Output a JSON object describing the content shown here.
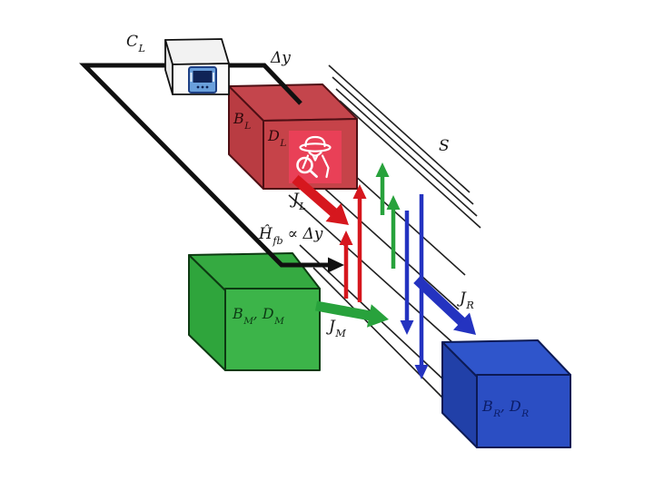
{
  "figure": {
    "background": "#ffffff",
    "labels": {
      "cl": [
        {
          "t": "C"
        },
        {
          "s": "L"
        }
      ],
      "dy": [
        {
          "t": "Δy"
        }
      ],
      "bl": [
        {
          "t": "B"
        },
        {
          "s": "L"
        }
      ],
      "dl": [
        {
          "t": "D"
        },
        {
          "s": "L"
        }
      ],
      "jl": [
        {
          "t": "J"
        },
        {
          "s": "L"
        }
      ],
      "s": [
        {
          "t": "S"
        }
      ],
      "hfb": [
        {
          "t": "Ĥ"
        },
        {
          "s": "fb"
        },
        {
          "t": " ∝ Δy"
        }
      ],
      "bmdm": [
        {
          "t": "B"
        },
        {
          "s": "M"
        },
        {
          "t": ", D"
        },
        {
          "s": "M"
        }
      ],
      "jm": [
        {
          "t": "J"
        },
        {
          "s": "M"
        }
      ],
      "jr": [
        {
          "t": "J"
        },
        {
          "s": "R"
        }
      ],
      "brdr": [
        {
          "t": "B"
        },
        {
          "s": "R"
        },
        {
          "t": ", D"
        },
        {
          "s": "R"
        }
      ]
    },
    "icons": {
      "detector": "measurement-device-icon",
      "spy": "spy-eavesdropper-icon"
    },
    "colors": {
      "red_front": "#c64349",
      "red_side": "#b93c42",
      "red_top": "#c4454c",
      "red_stroke": "#4e0f14",
      "spy_bg": "#e94057",
      "spy_glyph": "#ffffff",
      "green_front": "#3cb449",
      "green_side": "#2fa53c",
      "green_top": "#35aa41",
      "green_stroke": "#0d3a12",
      "blue_front": "#2b4ec3",
      "blue_side": "#2140a8",
      "blue_top": "#2f55cb",
      "blue_stroke": "#0c1a55",
      "arrow_red": "#d6171e",
      "arrow_green": "#28a23c",
      "arrow_blue": "#2433c0",
      "wire": "#101010",
      "chain": "#202020",
      "det_front": "#fafafa",
      "det_side": "#e6e6e6",
      "det_top": "#f2f2f2",
      "det_stroke": "#111111",
      "device_bg": "#6aa0dc",
      "device_screen": "#102457",
      "device_border": "#1d3f84",
      "device_slot": "#dce8f6"
    }
  }
}
